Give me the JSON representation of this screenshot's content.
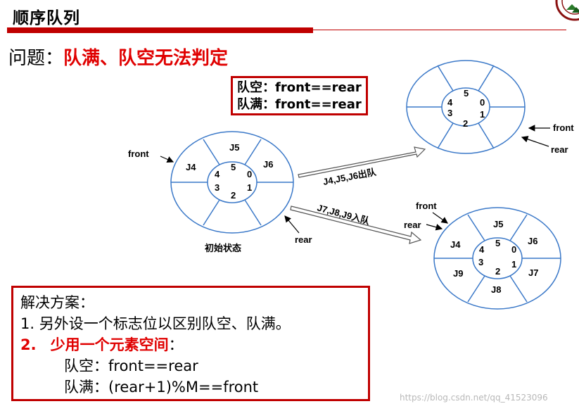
{
  "title": "顺序队列",
  "problem": {
    "label": "问题：",
    "text": "队满、队空无法判定"
  },
  "condition_box": {
    "empty": "队空：front==rear",
    "full": "队满：front==rear"
  },
  "diagram": {
    "initial_caption": "初始状态",
    "dequeue_label": "J4,J5,J6出队",
    "enqueue_label": "J7,J8,J9入队",
    "front_label": "front",
    "rear_label": "rear",
    "indices": [
      "0",
      "1",
      "2",
      "3",
      "4",
      "5"
    ],
    "initial_slots": [
      "J4",
      "J5",
      "J6"
    ],
    "full_slots": [
      "J4",
      "J5",
      "J6",
      "J7",
      "J8",
      "J9"
    ]
  },
  "solution": {
    "heading": "解决方案：",
    "item1": "1.   另外设一个标志位以区别队空、队满。",
    "item2_num": "2.",
    "item2_text": "少用一个元素空间",
    "item2_colon": "：",
    "empty": "队空：front==rear",
    "full": "队满：(rear+1)%M==front"
  },
  "watermark": "https://blog.csdn.net/qq_41523096"
}
